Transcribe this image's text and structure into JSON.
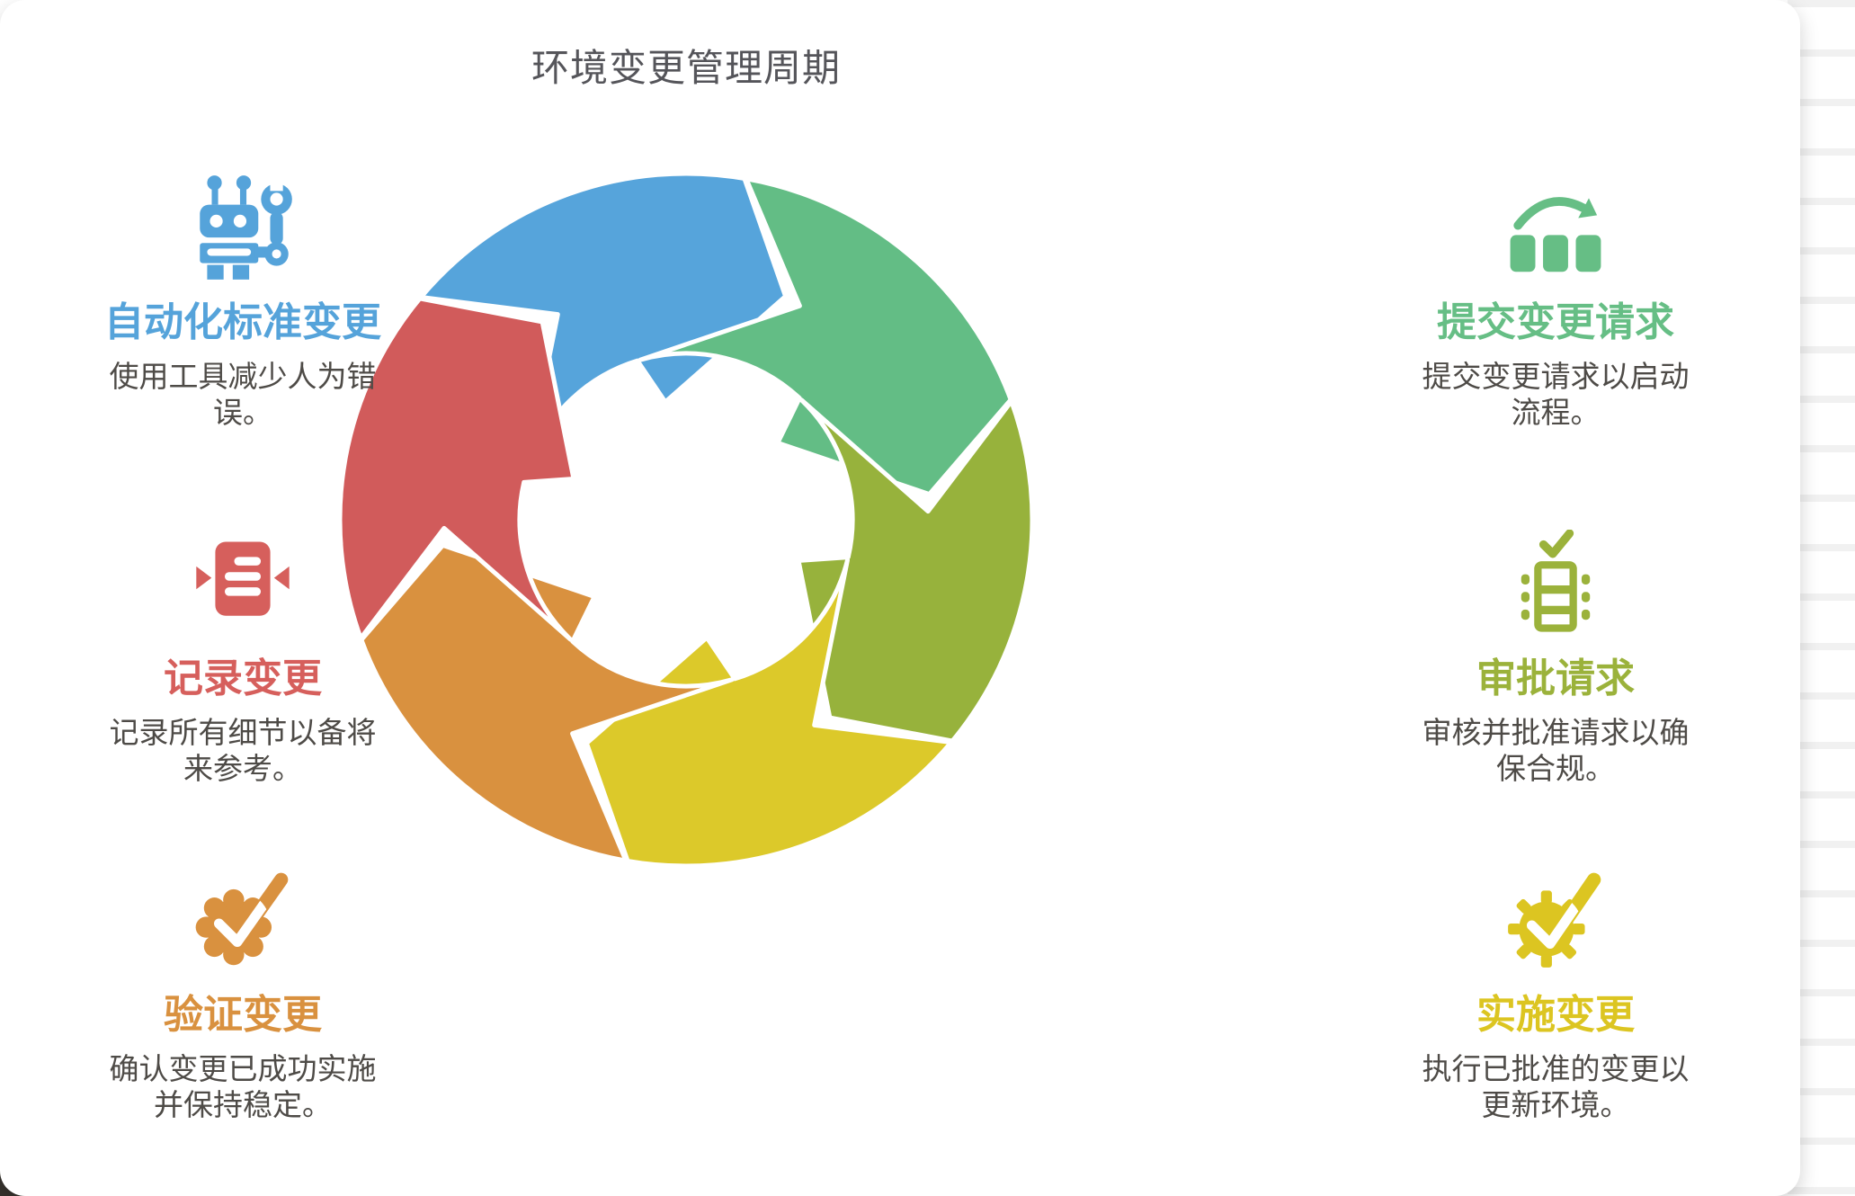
{
  "title": "环境变更管理周期",
  "steps": {
    "left": [
      {
        "icon": "robot-wrench-icon",
        "color": "#55A3DA",
        "heading": "自动化标准变更",
        "body": "使用工具减少人为错误。"
      },
      {
        "icon": "record-note-icon",
        "color": "#D65F5C",
        "heading": "记录变更",
        "body": "记录所有细节以备将来参考。"
      },
      {
        "icon": "seal-check-icon",
        "color": "#D9913F",
        "heading": "验证变更",
        "body": "确认变更已成功实施并保持稳定。"
      }
    ],
    "right": [
      {
        "icon": "submit-request-icon",
        "color": "#66BE85",
        "heading": "提交变更请求",
        "body": "提交变更请求以启动流程。"
      },
      {
        "icon": "approve-list-icon",
        "color": "#9BB23B",
        "heading": "审批请求",
        "body": "审核并批准请求以确保合规。"
      },
      {
        "icon": "gear-check-icon",
        "color": "#DCC521",
        "heading": "实施变更",
        "body": "执行已批准的变更以更新环境。"
      }
    ]
  },
  "cycle": {
    "direction": "clockwise",
    "segments": [
      {
        "name": "blue",
        "color": "#56A4DB"
      },
      {
        "name": "green",
        "color": "#63BD85"
      },
      {
        "name": "olive",
        "color": "#97B23C"
      },
      {
        "name": "yellow",
        "color": "#DCC92A"
      },
      {
        "name": "orange",
        "color": "#D9913F"
      },
      {
        "name": "red",
        "color": "#D15B5B"
      }
    ]
  }
}
